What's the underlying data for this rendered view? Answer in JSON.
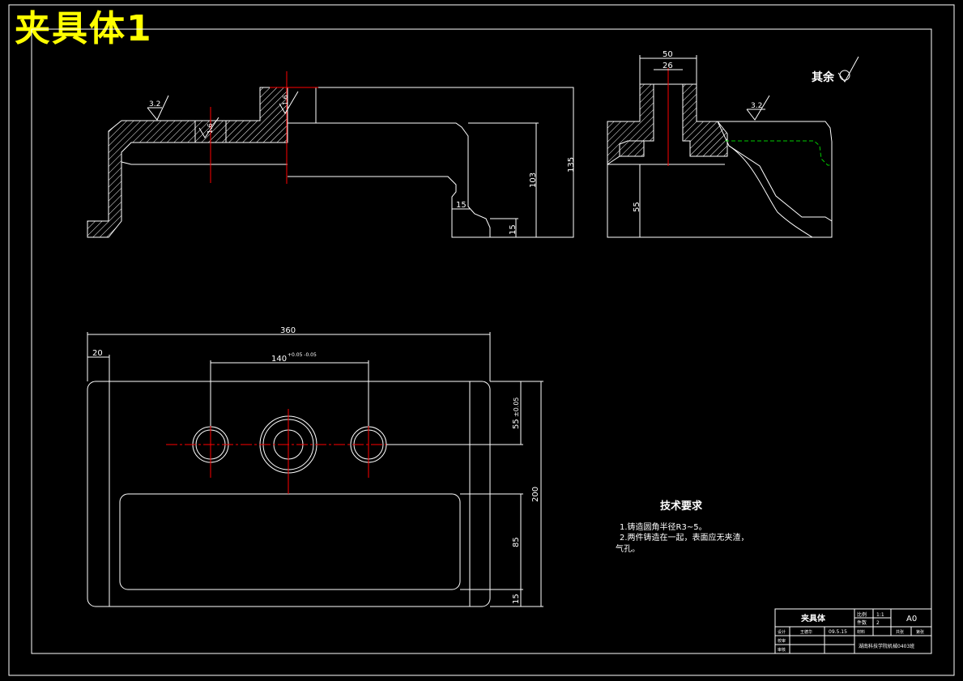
{
  "title": "夹具体1",
  "surface_note": {
    "label": "其余"
  },
  "roughness": {
    "top_left": "3.2",
    "small_a": "1.6",
    "small_b": "1.6",
    "side": "3.2"
  },
  "dims": {
    "d135": "135",
    "d103": "103",
    "d15a": "15",
    "d15b": "15",
    "d50": "50",
    "d26": "26",
    "d55": "55",
    "d360": "360",
    "d20": "20",
    "d140": "140",
    "d140_tol": "+0.05\n-0.05",
    "d200": "200",
    "d55b": "55",
    "d55b_tol": "±0.05",
    "d85": "85",
    "d15c": "15"
  },
  "tech": {
    "heading": "技术要求",
    "line1": "1.铸造圆角半径R3~5。",
    "line2": "2.两件铸造在一起，表面应无夹渣，",
    "line3": "气孔。"
  },
  "title_block": {
    "part_name": "夹具体",
    "scale_label": "比例",
    "scale_value": "1:1",
    "qty_label": "件数",
    "qty_value": "2",
    "sheet_size": "A0",
    "design_label": "设计",
    "designer": "王德华",
    "date": "09.5.15",
    "material_label": "材料",
    "weight_label": "共张",
    "sheet_label": "第张",
    "check_label": "校审",
    "approve_label": "审核",
    "school": "湖南科技学院机械0403班"
  },
  "colors": {
    "line": "#ffffff",
    "center": "#ff0000",
    "title": "#ffff00",
    "hidden": "#00cc00"
  }
}
